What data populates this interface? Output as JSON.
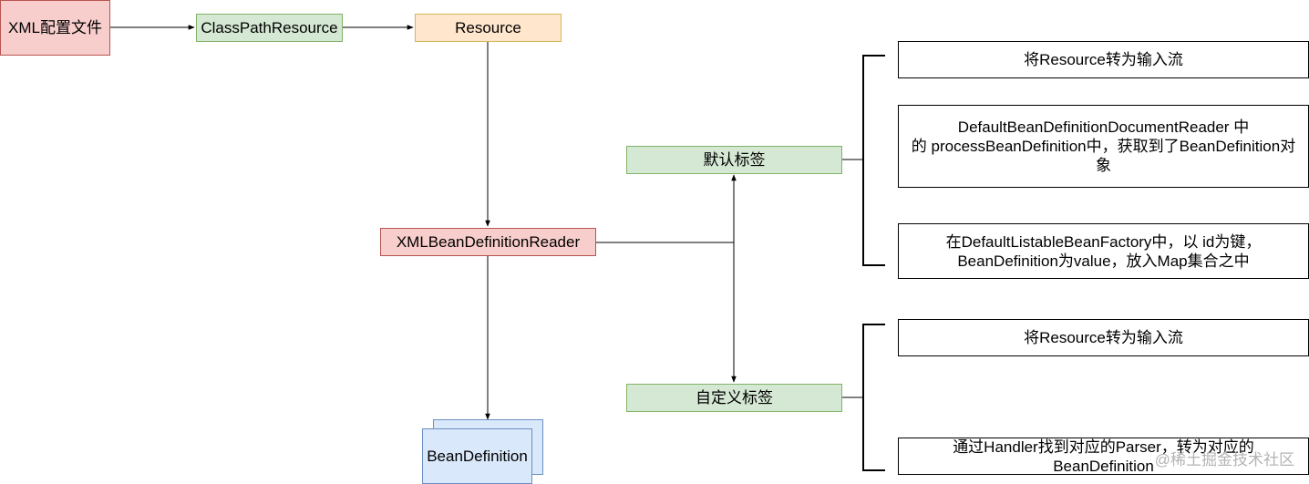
{
  "nodes": {
    "xml_config": "XML配置文件",
    "classpath_resource": "ClassPathResource",
    "resource": "Resource",
    "xml_bean_def_reader": "XMLBeanDefinitionReader",
    "bean_definition": "BeanDefinition",
    "default_tag": "默认标签",
    "custom_tag": "自定义标签"
  },
  "default_tag_steps": [
    "将Resource转为输入流",
    "DefaultBeanDefinitionDocumentReader 中\n的 processBeanDefinition中，获取到了BeanDefinition对\n象",
    "在DefaultListableBeanFactory中，以 id为键，\nBeanDefinition为value，放入Map集合之中"
  ],
  "custom_tag_steps": [
    "将Resource转为输入流",
    "通过Handler找到对应的Parser，转为对应的\nBeanDefinition"
  ],
  "watermark": "@稀土掘金技术社区"
}
